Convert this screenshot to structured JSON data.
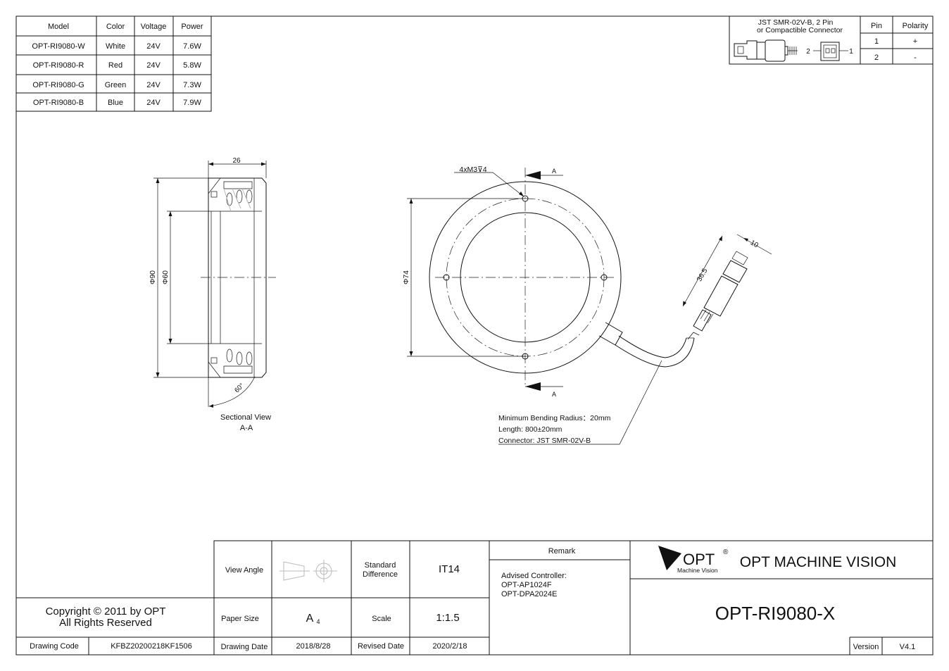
{
  "spec_table": {
    "headers": [
      "Model",
      "Color",
      "Voltage",
      "Power"
    ],
    "rows": [
      [
        "OPT-RI9080-W",
        "White",
        "24V",
        "7.6W"
      ],
      [
        "OPT-RI9080-R",
        "Red",
        "24V",
        "5.8W"
      ],
      [
        "OPT-RI9080-G",
        "Green",
        "24V",
        "7.3W"
      ],
      [
        "OPT-RI9080-B",
        "Blue",
        "24V",
        "7.9W"
      ]
    ]
  },
  "connector_table": {
    "title_line1": "JST SMR-02V-B, 2 Pin",
    "title_line2": "or Compactible Connector",
    "pin_header": "Pin",
    "polarity_header": "Polarity",
    "pins": [
      {
        "pin": "1",
        "polarity": "+"
      },
      {
        "pin": "2",
        "polarity": "-"
      }
    ],
    "label_pin2": "2",
    "label_pin1": "1"
  },
  "section_view": {
    "width_dim": "26",
    "outer_dia": "Φ90",
    "inner_dia": "Φ60",
    "angle": "60°",
    "caption_line1": "Sectional View",
    "caption_line2": "A-A"
  },
  "front_view": {
    "holes_note": "4xM3⊽4",
    "section_mark": "A",
    "pcd_dia": "Φ74",
    "connector_len": "36.5",
    "connector_width": "10",
    "cable_note_line1": "Minimum Bending Radius：20mm",
    "cable_note_line2": "Length: 800±20mm",
    "cable_note_line3": "Connector: JST SMR-02V-B"
  },
  "title_block": {
    "view_angle_label": "View Angle",
    "standard_diff_label": "Standard Difference",
    "standard_diff_value": "IT14",
    "remark_label": "Remark",
    "remark_line1": "Advised Controller:",
    "remark_line2": "OPT-AP1024F",
    "remark_line3": "OPT-DPA2024E",
    "logo_text": "OPT",
    "logo_reg": "®",
    "logo_sub": "Machine Vision",
    "company": "OPT MACHINE VISION",
    "copyright_line1": "Copyright © 2011 by OPT",
    "copyright_line2": "All Rights Reserved",
    "paper_size_label": "Paper Size",
    "paper_size_value": "A",
    "paper_size_sub": "4",
    "scale_label": "Scale",
    "scale_value": "1:1.5",
    "model": "OPT-RI9080-X",
    "drawing_code_label": "Drawing Code",
    "drawing_code": "KFBZ20200218KF1506",
    "drawing_date_label": "Drawing Date",
    "drawing_date": "2018/8/28",
    "revised_date_label": "Revised Date",
    "revised_date": "2020/2/18",
    "version_label": "Version",
    "version": "V4.1"
  }
}
